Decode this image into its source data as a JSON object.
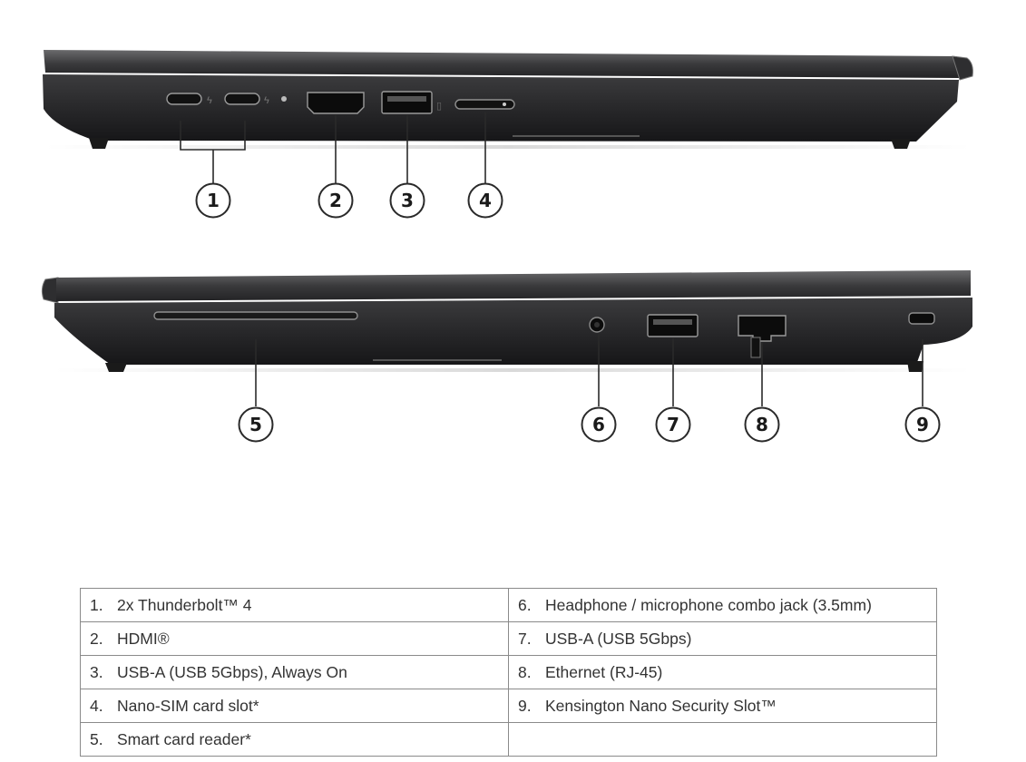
{
  "callouts": {
    "c1": "1",
    "c2": "2",
    "c3": "3",
    "c4": "4",
    "c5": "5",
    "c6": "6",
    "c7": "7",
    "c8": "8",
    "c9": "9"
  },
  "legend": {
    "rows": [
      [
        {
          "num": "1.",
          "text": "2x Thunderbolt™ 4"
        },
        {
          "num": "6.",
          "text": "Headphone / microphone combo jack (3.5mm)"
        }
      ],
      [
        {
          "num": "2.",
          "text": "HDMI®"
        },
        {
          "num": "7.",
          "text": "USB-A (USB 5Gbps)"
        }
      ],
      [
        {
          "num": "3.",
          "text": "USB-A (USB 5Gbps), Always On"
        },
        {
          "num": "8.",
          "text": "Ethernet (RJ-45)"
        }
      ],
      [
        {
          "num": "4.",
          "text": "Nano-SIM card slot*"
        },
        {
          "num": "9.",
          "text": "Kensington Nano Security Slot™"
        }
      ],
      [
        {
          "num": "5.",
          "text": "Smart card reader*"
        },
        {
          "num": "",
          "text": ""
        }
      ]
    ]
  },
  "colors": {
    "chassis": "#2b2b2d",
    "chassis_dark": "#1c1c1e",
    "port_outline": "#9a9a9a",
    "callout_stroke": "#2a2a2a",
    "table_border": "#8a8a8a"
  }
}
